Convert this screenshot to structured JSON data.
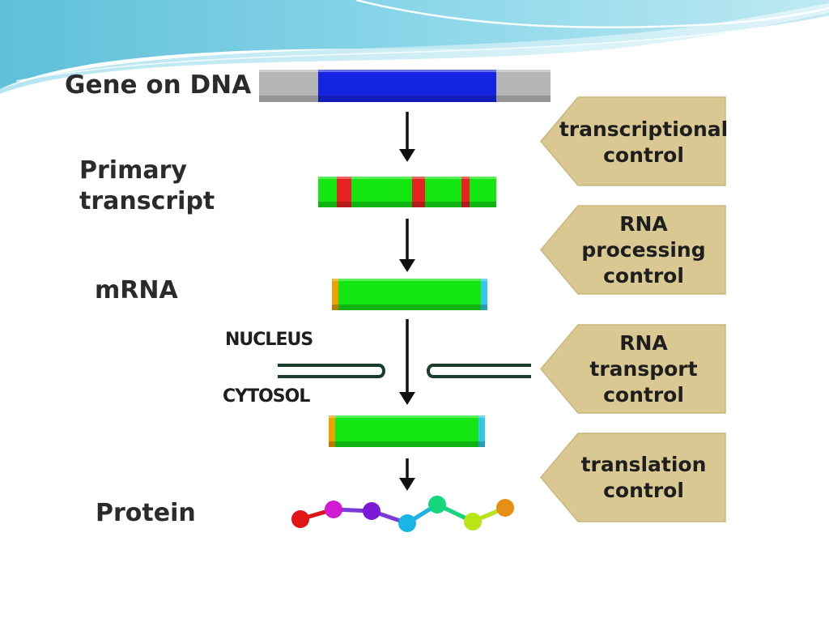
{
  "stages": {
    "gene": "Gene on DNA",
    "primary_transcript": "Primary\ntranscript",
    "mrna": "mRNA",
    "protein": "Protein"
  },
  "compartments": {
    "nucleus": "NUCLEUS",
    "cytosol": "CYTOSOL"
  },
  "controls": [
    {
      "label": "transcriptional\ncontrol"
    },
    {
      "label": "RNA\nprocessing\ncontrol"
    },
    {
      "label": "RNA\ntransport\ncontrol"
    },
    {
      "label": "translation\ncontrol"
    }
  ],
  "colors": {
    "dna_flank": "#b5b5b5",
    "dna_gene": "#1424e0",
    "exon": "#14e614",
    "intron": "#e62222",
    "mrna_5prime": "#e8a400",
    "mrna_3prime": "#33c8e6",
    "control_box": "#d9c891",
    "membrane": "#1a3d2b",
    "slide_wave": "#7fcfe3",
    "protein_beads": [
      "#e01515",
      "#d11ad1",
      "#7a1ad6",
      "#1ab4e6",
      "#15d67a",
      "#b8e615",
      "#e68f15"
    ]
  }
}
